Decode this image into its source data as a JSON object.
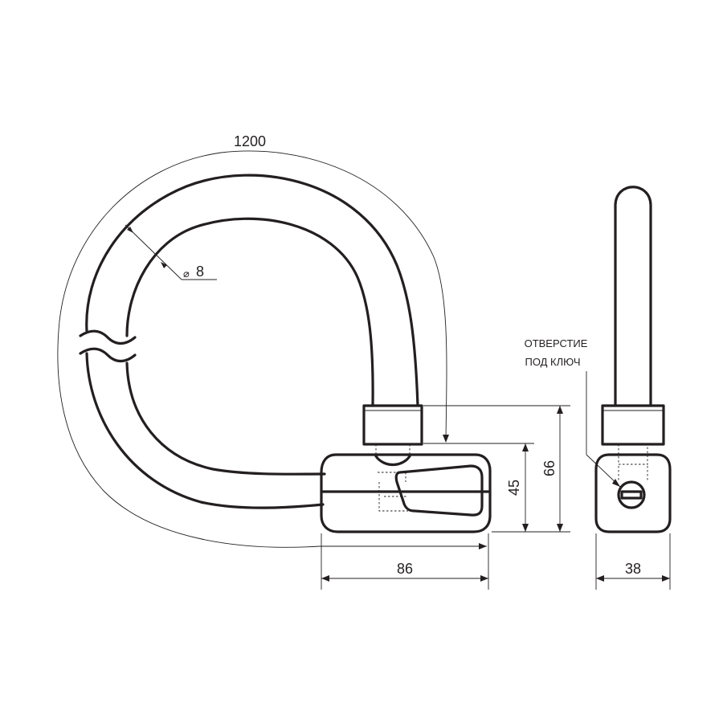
{
  "dimensions": {
    "cable_length": "1200",
    "cable_diameter_symbol": "⌀",
    "cable_diameter": "8",
    "height_outer": "66",
    "height_inner": "45",
    "width_front": "86",
    "width_side": "38"
  },
  "labels": {
    "keyhole_line1": "ОТВЕРСТИЕ",
    "keyhole_line2": "ПОД КЛЮЧ"
  }
}
